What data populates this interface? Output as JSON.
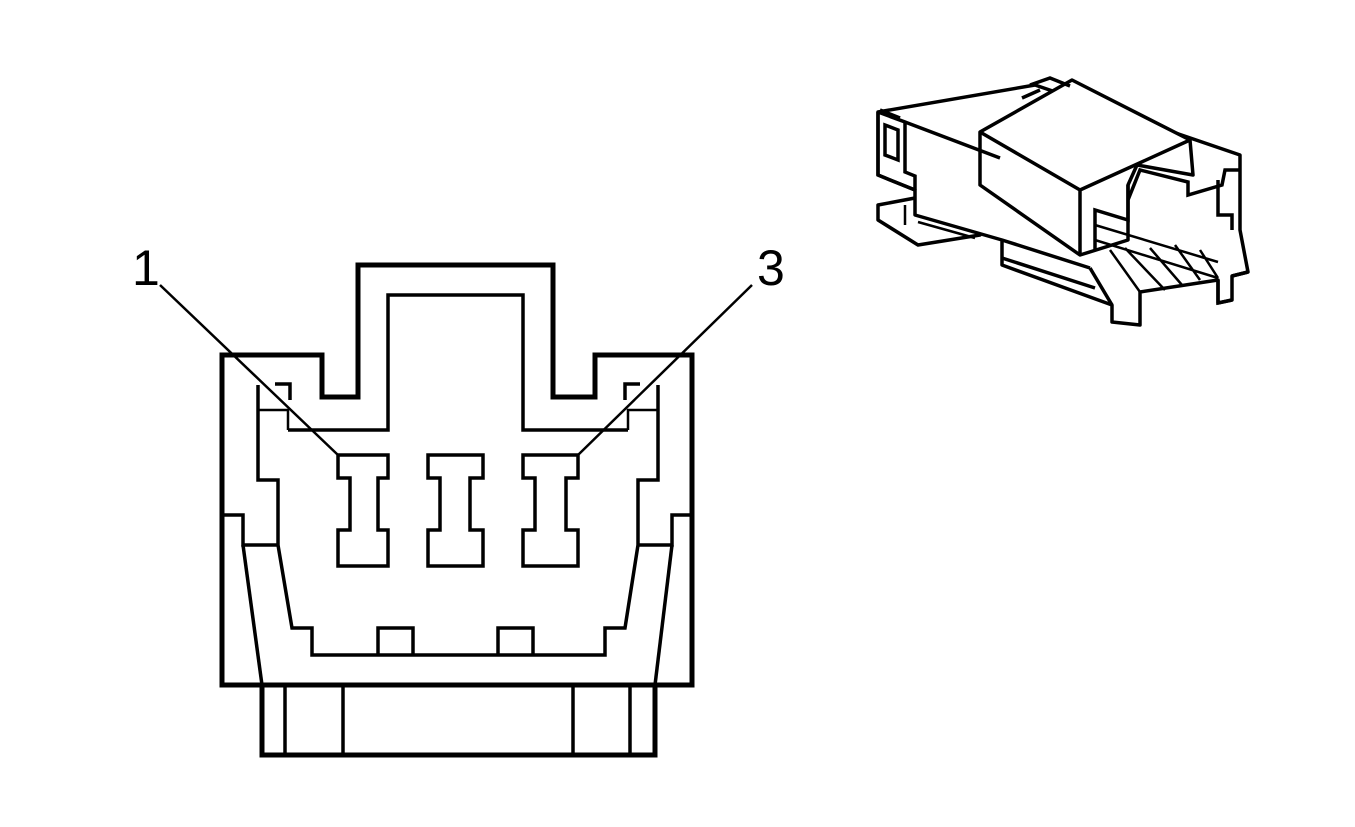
{
  "callouts": [
    {
      "id": "pin-1",
      "label": "1"
    },
    {
      "id": "pin-3",
      "label": "3"
    }
  ],
  "colors": {
    "stroke": "#000000",
    "background": "#ffffff"
  }
}
